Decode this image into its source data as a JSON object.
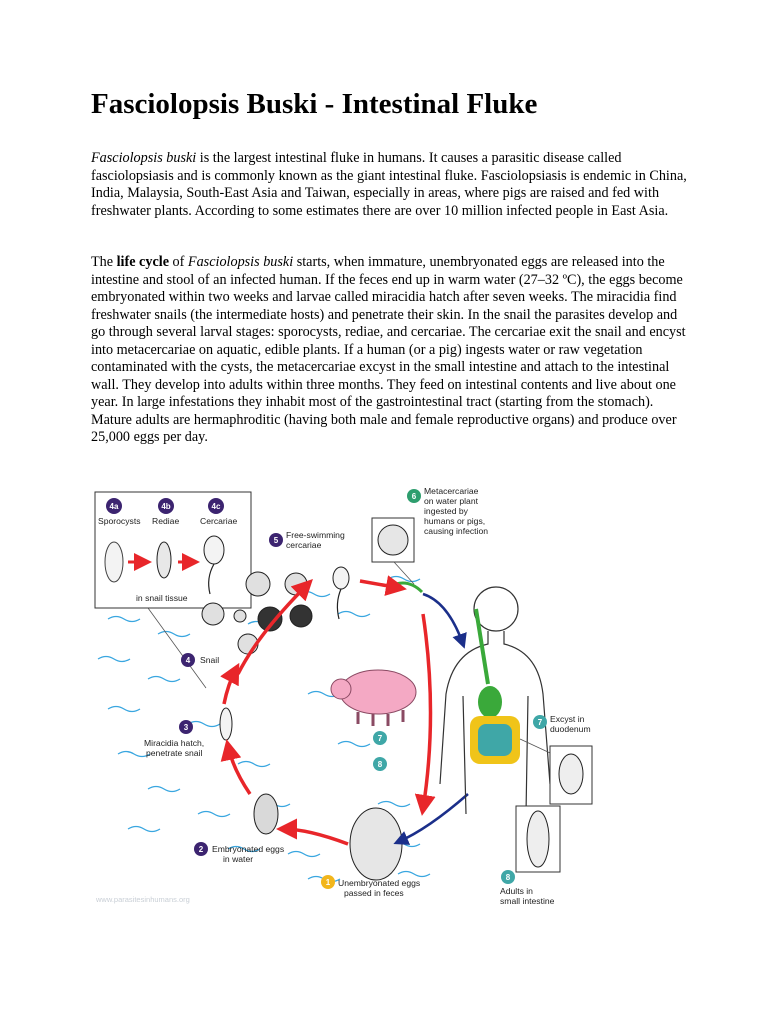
{
  "title": "Fasciolopsis Buski - Intestinal Fluke",
  "intro": {
    "species": "Fasciolopsis buski",
    "text": " is the largest intestinal fluke in humans. It causes a parasitic disease called fasciolopsiasis and is commonly known as the giant intestinal fluke. Fasciolopsiasis is endemic in China, India, Malaysia, South-East Asia and Taiwan, especially in areas, where pigs are raised and fed with freshwater plants. According to some estimates there are over 10 million infected people in East Asia."
  },
  "lifecycle": {
    "lead": "The ",
    "term": "life cycle",
    "of": " of ",
    "species": "Fasciolopsis buski",
    "text": " starts, when immature, unembryonated eggs are released into the intestine and stool of an infected human. If the feces end up in warm water (27–32 ºC), the eggs become embryonated within two weeks and larvae called miracidia hatch after seven weeks. The miracidia find freshwater snails (the intermediate hosts) and penetrate their skin. In the snail the parasites develop and go through several larval stages: sporocysts, rediae, and cercariae. The cercariae exit the snail and encyst into metacercariae on aquatic, edible plants. If a human (or a pig) ingests water or raw vegetation contaminated with the cysts, the metacercariae excyst in the small intestine and attach to the intestinal wall. They develop into adults within three months. They feed on intestinal contents and live about one year. In large infestations they inhabit most of the gastrointestinal tract (starting from the stomach). Mature adults are hermaphroditic (having both male and female reproductive organs) and produce over 25,000 eggs per day."
  },
  "diagram": {
    "colors": {
      "arrow": "#e8262a",
      "human_arrow": "#1b2f8a",
      "water": "#39a6e0",
      "purple": "#3c2470",
      "green": "#2e9e6e",
      "yellow": "#f2b61c",
      "pig": "#f4a9c4",
      "gut_green": "#3aa93a",
      "gut_yellow": "#f0c419",
      "gut_teal": "#3fa7a7"
    },
    "stage_4a": {
      "num": "4a",
      "label": "Sporocysts"
    },
    "stage_4b": {
      "num": "4b",
      "label": "Rediae"
    },
    "stage_4c": {
      "num": "4c",
      "label": "Cercariae"
    },
    "snail_tissue": "in snail tissue",
    "stage_5": {
      "num": "5",
      "line1": "Free-swimming",
      "line2": "cercariae"
    },
    "stage_6": {
      "num": "6",
      "line1": "Metacercariae",
      "line2": "on water plant",
      "line3": "ingested by",
      "line4": "humans or pigs,",
      "line5": "causing infection"
    },
    "stage_4": {
      "num": "4",
      "label": "Snail"
    },
    "stage_3": {
      "num": "3",
      "line1": "Miracidia hatch,",
      "line2": "penetrate snail"
    },
    "stage_2": {
      "num": "2",
      "line1": "Embryonated eggs",
      "line2": "in water"
    },
    "stage_1": {
      "num": "1",
      "line1": "Unembryonated eggs",
      "line2": "passed in feces"
    },
    "stage_7": {
      "num": "7",
      "line1": "Excyst in",
      "line2": "duodenum"
    },
    "stage_8": {
      "num": "8",
      "line1": "Adults in",
      "line2": "small intestine"
    },
    "pig_7": "7",
    "pig_8": "8",
    "watermark": "www.parasitesinhumans.org"
  }
}
